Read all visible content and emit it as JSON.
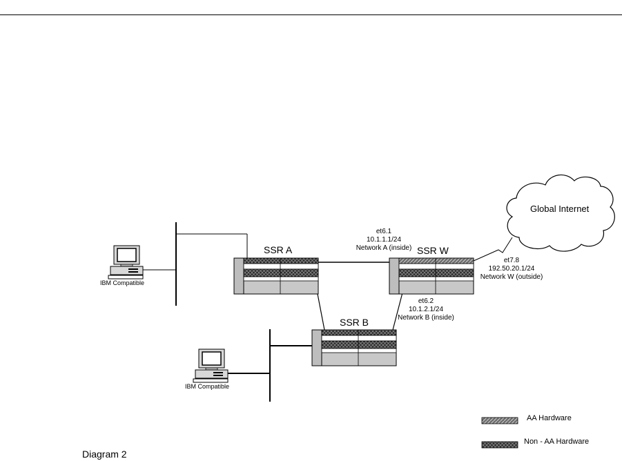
{
  "caption": "Diagram 2",
  "cloud": {
    "label": "Global Internet"
  },
  "routers": {
    "a": {
      "label": "SSR A"
    },
    "w": {
      "label": "SSR W"
    },
    "b": {
      "label": "SSR B"
    }
  },
  "workstations": [
    {
      "label": "IBM Compatible"
    },
    {
      "label": "IBM Compatible"
    }
  ],
  "interfaces": {
    "network_a": {
      "port": "et6.1",
      "address": "10.1.1.1/24",
      "network": "Network A (inside)"
    },
    "network_b": {
      "port": "et6.2",
      "address": "10.1.2.1/24",
      "network": "Network B (inside)"
    },
    "network_w": {
      "port": "et7.8",
      "address": "192.50.20.1/24",
      "network": "Network W (outside)"
    }
  },
  "legend": {
    "aa": "AA Hardware",
    "non_aa": "Non - AA Hardware"
  },
  "colors": {
    "chassis": "#c8c8c8",
    "module_dark": "#2b2b2b",
    "aa_fill": "#7a7a7a"
  }
}
